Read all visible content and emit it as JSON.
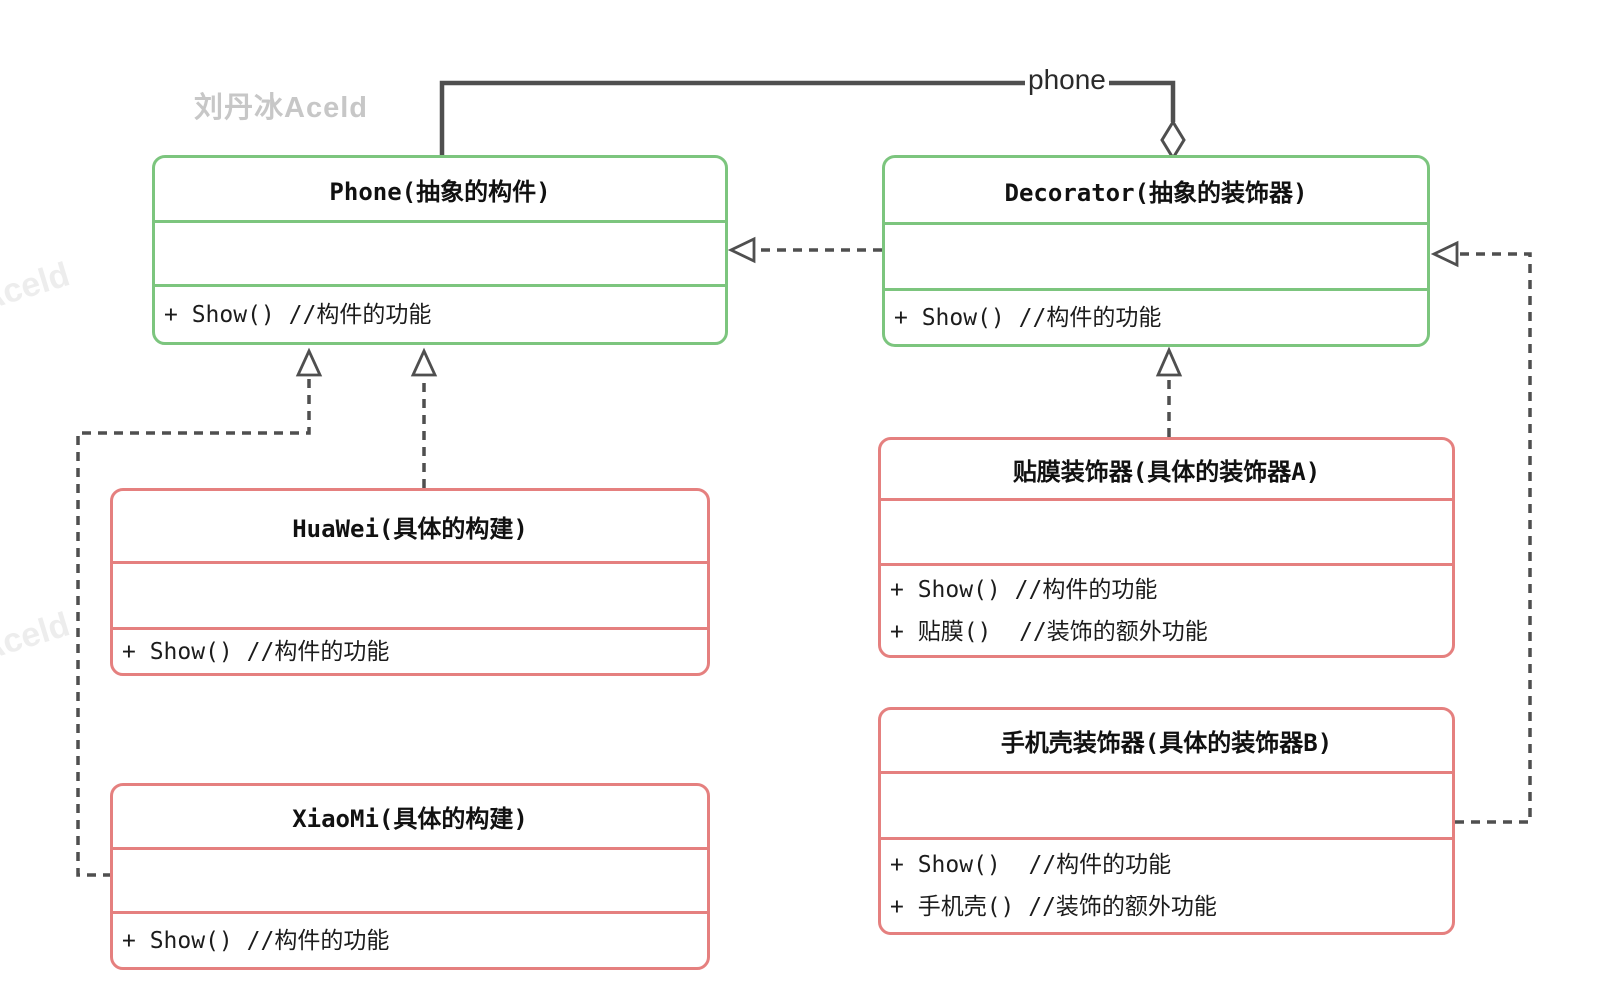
{
  "watermark": {
    "main": "刘丹冰Aceld",
    "side": "Aceld"
  },
  "labels": {
    "aggregation": "phone"
  },
  "classes": {
    "phone": {
      "title": "Phone(抽象的构件)",
      "attributes": [],
      "methods": [
        "+ Show() //构件的功能"
      ]
    },
    "decorator": {
      "title": "Decorator(抽象的装饰器)",
      "attributes": [],
      "methods": [
        "+ Show() //构件的功能"
      ]
    },
    "huawei": {
      "title": "HuaWei(具体的构建)",
      "attributes": [],
      "methods": [
        "+ Show() //构件的功能"
      ]
    },
    "xiaomi": {
      "title": "XiaoMi(具体的构建)",
      "attributes": [],
      "methods": [
        "+ Show() //构件的功能"
      ]
    },
    "film_decorator": {
      "title": "贴膜装饰器(具体的装饰器A)",
      "attributes": [],
      "methods": [
        "+ Show() //构件的功能",
        "+ 贴膜()  //装饰的额外功能"
      ]
    },
    "case_decorator": {
      "title": "手机壳装饰器(具体的装饰器B)",
      "attributes": [],
      "methods": [
        "+ Show()  //构件的功能",
        "+ 手机壳() //装饰的额外功能"
      ]
    }
  },
  "relationships": [
    {
      "type": "aggregation",
      "from": "decorator",
      "to": "phone",
      "label": "phone"
    },
    {
      "type": "dashed-generalization",
      "from": "decorator",
      "to": "phone"
    },
    {
      "type": "dashed-generalization",
      "from": "huawei",
      "to": "phone"
    },
    {
      "type": "dashed-generalization",
      "from": "xiaomi",
      "to": "phone"
    },
    {
      "type": "dashed-generalization",
      "from": "film_decorator",
      "to": "decorator"
    },
    {
      "type": "dashed-generalization",
      "from": "case_decorator",
      "to": "decorator"
    }
  ],
  "colors": {
    "abstract_border": "#7cc57e",
    "concrete_border": "#e5807f",
    "connector": "#4f4f4f",
    "text": "#1c1c1c",
    "watermark": "#c7c7c7",
    "watermark_faint": "#ededed"
  }
}
